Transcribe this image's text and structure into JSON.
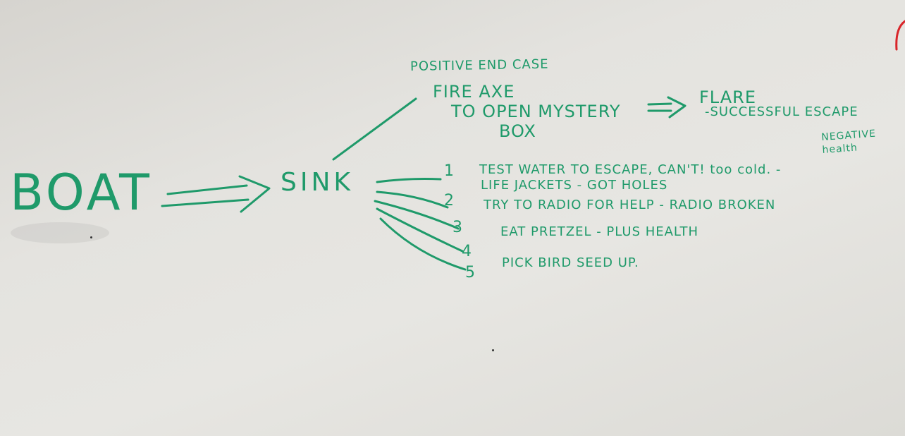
{
  "board": {
    "root_label": "BOAT",
    "event_label": "SINK",
    "positive": {
      "heading": "POSITIVE END CASE",
      "line1": "FIRE AXE",
      "line2": "TO OPEN MYSTERY",
      "line3": "BOX",
      "result": "FLARE",
      "result_note": "-SUCCESSFUL ESCAPE"
    },
    "options": [
      {
        "num": "1",
        "text": "TEST WATER TO ESCAPE, CAN'T! too cold. -",
        "note": "NEGATIVE health"
      },
      {
        "num": "2",
        "text": "LIFE JACKETS - GOT HOLES",
        "note": ""
      },
      {
        "num": "3",
        "text": "TRY TO RADIO FOR HELP - RADIO BROKEN",
        "note": ""
      },
      {
        "num": "4",
        "text": "EAT PRETZEL - PLUS HEALTH",
        "note": ""
      },
      {
        "num": "5",
        "text": "PICK BIRD SEED UP.",
        "note": ""
      }
    ],
    "colors": {
      "marker": "#1f9a6a",
      "board": "#e4e3df",
      "red_mark": "#d9252a"
    }
  }
}
